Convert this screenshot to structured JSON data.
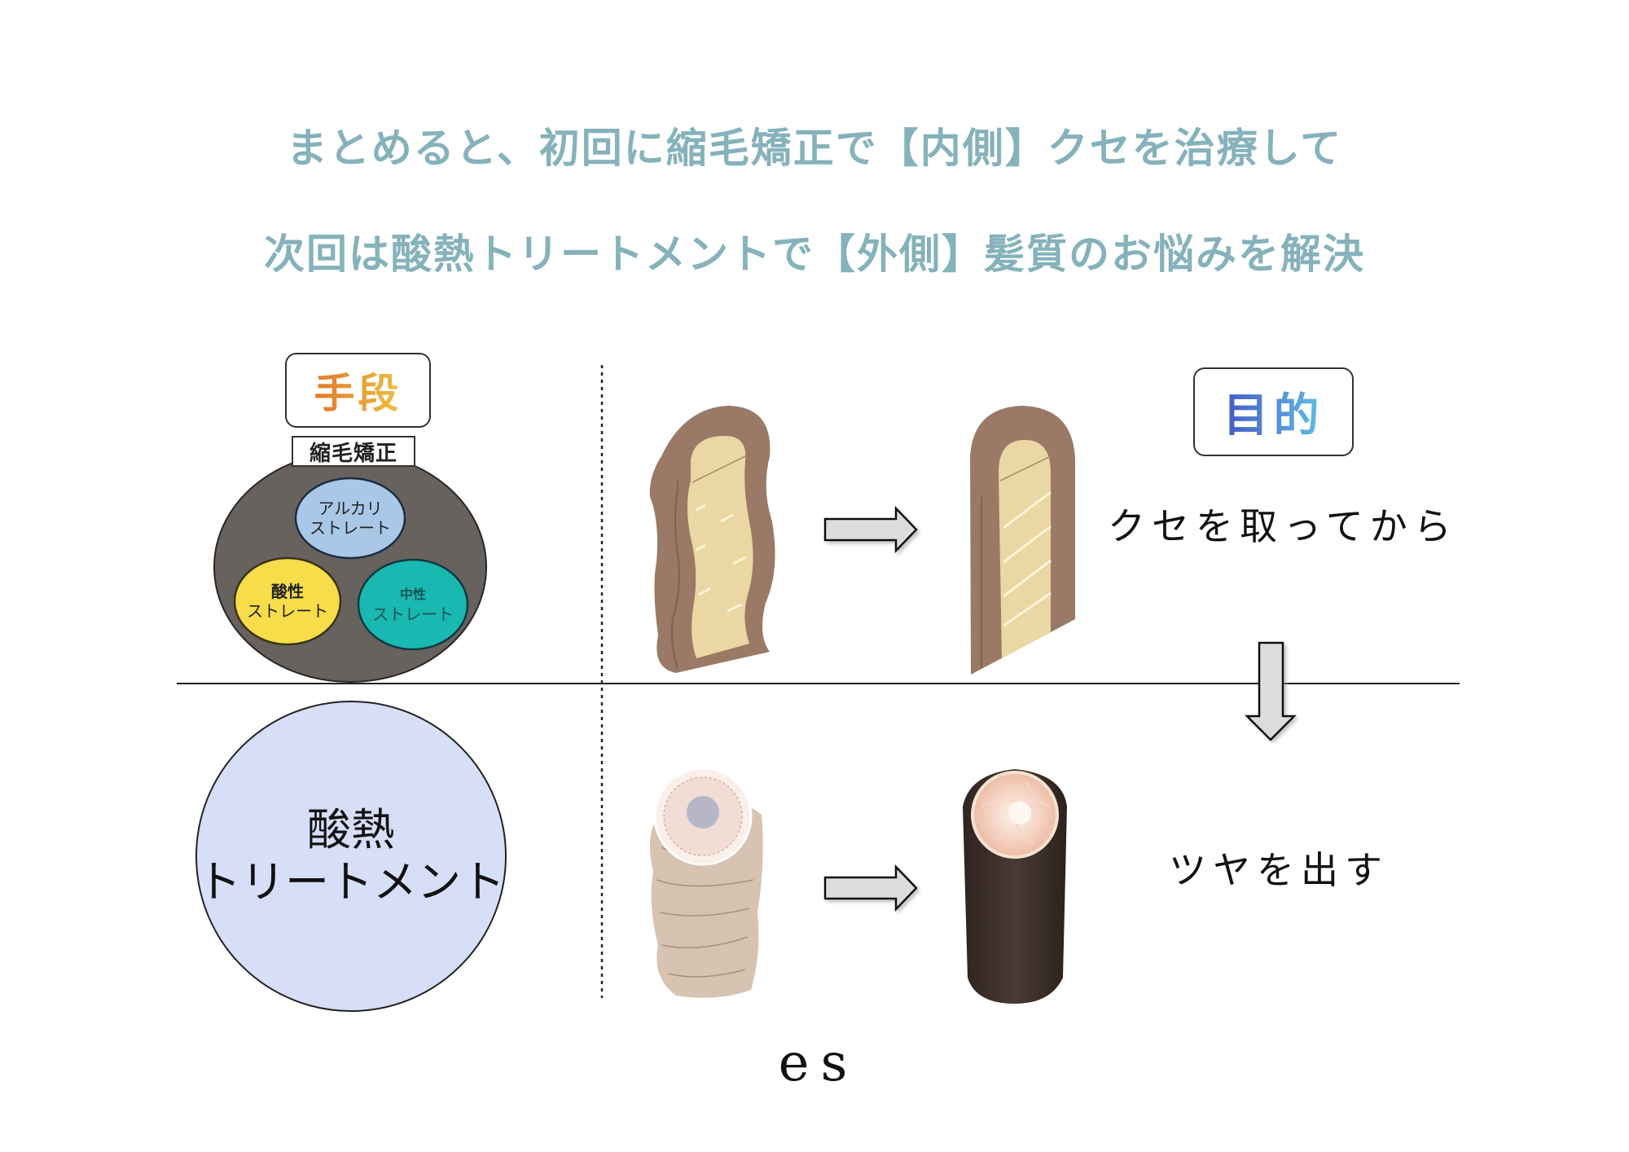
{
  "heading": {
    "line1": "まとめると、初回に縮毛矯正で【内側】クセを治療して",
    "line2": "次回は酸熱トリートメントで【外側】髪質のお悩みを解決"
  },
  "means": {
    "label": "手段",
    "straightening": {
      "label": "縮毛矯正",
      "types": [
        {
          "line1": "アルカリ",
          "line2": "ストレート",
          "color": "#a9c8e8"
        },
        {
          "line1": "酸性",
          "line2": "ストレート",
          "color": "#f7dd4a"
        },
        {
          "line1": "中性",
          "line2": "ストレート",
          "color": "#19b8b0"
        }
      ]
    },
    "treatment": {
      "line1": "酸熱",
      "line2": "トリートメント",
      "color": "#d6def8"
    }
  },
  "goal": {
    "label": "目的",
    "step1": "クセを取ってから",
    "step2": "ツヤを出す"
  },
  "illustrations": {
    "top_before": "wavy-hair-cross-section",
    "top_after": "straight-hair-cross-section",
    "bottom_before": "damaged-hair-cuticle",
    "bottom_after": "glossy-hair-cuticle"
  },
  "colors": {
    "heading": "#85b2bb",
    "dark_circle": "#67625e",
    "hair_cortex": "#9a7a66",
    "hair_medulla": "#ead7a4",
    "arrow_fill": "#dcdcdc"
  },
  "logo": "es"
}
